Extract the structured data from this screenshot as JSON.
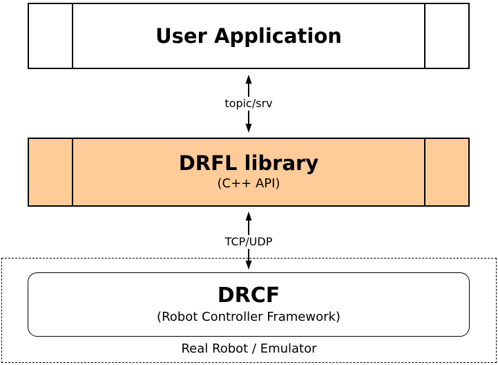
{
  "boxes": {
    "user_application": {
      "title": "User Application"
    },
    "drfl_library": {
      "title": "DRFL library",
      "subtitle": "(C++ API)"
    },
    "drcf": {
      "title": "DRCF",
      "subtitle": "(Robot Controller Framework)"
    }
  },
  "connections": [
    {
      "label": "topic/srv"
    },
    {
      "label": "TCP/UDP"
    }
  ],
  "environment": {
    "label": "Real Robot / Emulator"
  },
  "colors": {
    "drfl_fill": "#FFCC99",
    "box_fill": "#FFFFFF",
    "stroke": "#000000"
  }
}
